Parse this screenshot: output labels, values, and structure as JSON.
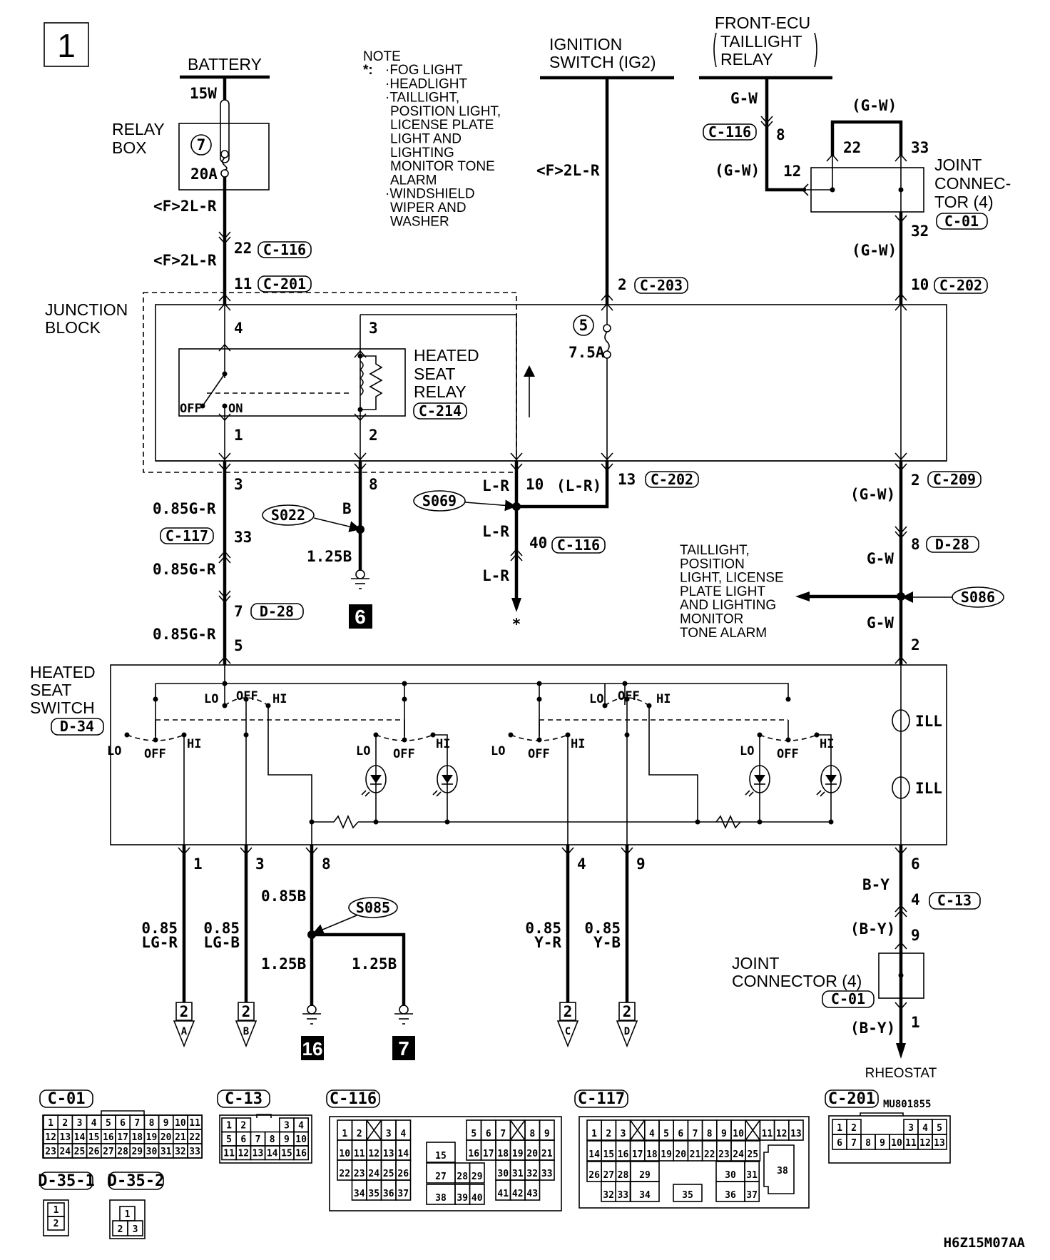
{
  "page_number": "1",
  "diagram_id": "H6Z15M07AA",
  "colors": {
    "line": "#000000",
    "background": "#ffffff"
  },
  "sources": {
    "battery": "BATTERY",
    "ignition": [
      "IGNITION",
      "SWITCH (IG2)"
    ],
    "front_ecu": [
      "FRONT-ECU",
      "TAILLIGHT",
      "RELAY"
    ]
  },
  "note": {
    "title": "NOTE",
    "marker": "*:",
    "items": [
      "·FOG LIGHT",
      "·HEADLIGHT",
      "·TAILLIGHT,",
      "POSITION LIGHT,",
      "LICENSE PLATE",
      "LIGHT AND",
      "LIGHTING",
      "MONITOR TONE",
      "ALARM",
      "·WINDSHIELD",
      "WIPER AND",
      "WASHER"
    ]
  },
  "relay_box": {
    "label": [
      "RELAY",
      "BOX"
    ],
    "fuse_no": "7",
    "fuse_rating": "20A",
    "fusible_link": "15W"
  },
  "junction_block": {
    "label": [
      "JUNCTION",
      "BLOCK"
    ],
    "fuse_no": "5",
    "fuse_rating": "7.5A"
  },
  "heated_seat_relay": {
    "label": [
      "HEATED",
      "SEAT",
      "RELAY"
    ],
    "connector": "C-214",
    "off": "OFF",
    "on": "ON"
  },
  "joint_connector_top": {
    "label": [
      "JOINT",
      "CONNEC-",
      "TOR (4)"
    ],
    "connector": "C-01"
  },
  "joint_connector_bottom": {
    "label": [
      "JOINT",
      "CONNECTOR (4)"
    ],
    "connector": "C-01"
  },
  "heated_seat_switch": {
    "label": [
      "HEATED",
      "SEAT",
      "SWITCH"
    ],
    "connector": "D-34",
    "lo": "LO",
    "off": "OFF",
    "hi": "HI",
    "ill": "ILL"
  },
  "wires": {
    "f2lr": "<F>2L-R",
    "g_r": "0.85G-R",
    "b": "B",
    "b125": "1.25B",
    "b085": "0.85B",
    "lr": "L-R",
    "lr_paren": "(L-R)",
    "gw": "G-W",
    "gw_paren": "(G-W)",
    "by": "B-Y",
    "by_paren": "(B-Y)",
    "lgr": [
      "0.85",
      "LG-R"
    ],
    "lgb": [
      "0.85",
      "LG-B"
    ],
    "yr": [
      "0.85",
      "Y-R"
    ],
    "yb": [
      "0.85",
      "Y-B"
    ]
  },
  "pins": {
    "p22": "22",
    "p11": "11",
    "p4": "4",
    "p3": "3",
    "p1": "1",
    "p2": "2",
    "p8": "8",
    "p33": "33",
    "p7": "7",
    "p5": "5",
    "p10": "10",
    "p13": "13",
    "p40": "40",
    "p12": "12",
    "p32": "32",
    "p6": "6",
    "p9": "9"
  },
  "connectors": {
    "c116": "C-116",
    "c201": "C-201",
    "c203": "C-203",
    "c202": "C-202",
    "c117": "C-117",
    "d28": "D-28",
    "c209": "C-209",
    "c13": "C-13",
    "c01": "C-01"
  },
  "splices": {
    "s022": "S022",
    "s069": "S069",
    "s086": "S086",
    "s085": "S085"
  },
  "grounds": {
    "g6": "6",
    "g16": "16",
    "g7": "7"
  },
  "taillight_branch": [
    "TAILLIGHT,",
    "POSITION",
    "LIGHT, LICENSE",
    "PLATE LIGHT",
    "AND LIGHTING",
    "MONITOR",
    "TONE ALARM"
  ],
  "star": "*",
  "rheostat": "RHEOSTAT",
  "offpage": {
    "page": "2",
    "refs": [
      "A",
      "B",
      "C",
      "D"
    ]
  },
  "connector_views": {
    "c01": {
      "name": "C-01",
      "rows": [
        [
          "1",
          "2",
          "3",
          "4",
          "5",
          "6",
          "7",
          "8",
          "9",
          "10",
          "11"
        ],
        [
          "12",
          "13",
          "14",
          "15",
          "16",
          "17",
          "18",
          "19",
          "20",
          "21",
          "22"
        ],
        [
          "23",
          "24",
          "25",
          "26",
          "27",
          "28",
          "29",
          "30",
          "31",
          "32",
          "33"
        ]
      ]
    },
    "c13": {
      "name": "C-13",
      "rows": [
        [
          "1",
          "2",
          "",
          "",
          "3",
          "4"
        ],
        [
          "5",
          "6",
          "7",
          "8",
          "9",
          "10"
        ],
        [
          "11",
          "12",
          "13",
          "14",
          "15",
          "16"
        ]
      ]
    },
    "d35_1": {
      "name": "D-35-1",
      "pins": [
        "1",
        "2"
      ]
    },
    "d35_2": {
      "name": "D-35-2",
      "pins": [
        "1",
        "2",
        "3"
      ]
    },
    "c116": {
      "name": "C-116",
      "pins_left": [
        [
          "1",
          "2",
          "X",
          "3",
          "4"
        ],
        [
          "10",
          "11",
          "12",
          "13",
          "14"
        ],
        [
          "22",
          "23",
          "24",
          "25",
          "26"
        ],
        [
          "",
          "34",
          "35",
          "36",
          "37"
        ]
      ],
      "pins_mid": [
        [
          "15"
        ],
        [
          "27",
          "28",
          "29"
        ],
        [
          "38",
          "39",
          "40"
        ]
      ],
      "pins_right": [
        [
          "5",
          "6",
          "7",
          "X",
          "8",
          "9"
        ],
        [
          "16",
          "17",
          "18",
          "19",
          "20",
          "21"
        ],
        [
          "",
          "",
          "30",
          "31",
          "32",
          "33"
        ],
        [
          "",
          "",
          "41",
          "42",
          "43",
          ""
        ]
      ]
    },
    "c117": {
      "name": "C-117",
      "rows": [
        [
          "1",
          "2",
          "3",
          "X",
          "4",
          "5",
          "6",
          "7",
          "8",
          "9",
          "10",
          "X",
          "11",
          "12",
          "13"
        ],
        [
          "14",
          "15",
          "16",
          "17",
          "18",
          "19",
          "20",
          "21",
          "22",
          "23",
          "24",
          "25"
        ],
        [
          "26",
          "27",
          "28",
          "29",
          "30",
          "31"
        ],
        [
          "32",
          "33",
          "34",
          "35",
          "36",
          "37"
        ]
      ],
      "big_pin": "38"
    },
    "c201": {
      "name": "C-201",
      "part_no": "MU801855",
      "rows": [
        [
          "1",
          "2",
          "",
          "",
          "",
          "3",
          "4",
          "5"
        ],
        [
          "6",
          "7",
          "8",
          "9",
          "10",
          "11",
          "12",
          "13"
        ]
      ]
    }
  }
}
